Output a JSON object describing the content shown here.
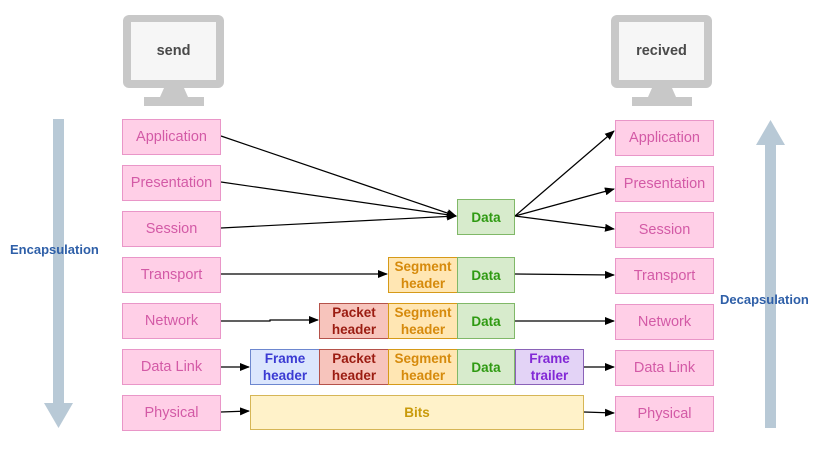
{
  "sender": {
    "label": "send"
  },
  "receiver": {
    "label": "recived"
  },
  "encapsulation_label": "Encapsulation",
  "decapsulation_label": "Decapsulation",
  "layers": [
    "Application",
    "Presentation",
    "Session",
    "Transport",
    "Network",
    "Data Link",
    "Physical"
  ],
  "receiver_layers": [
    "Application",
    "Presentation",
    "Session",
    "Transport",
    "Network",
    "Data Link",
    "Physical"
  ],
  "pdu": {
    "data": "Data",
    "segment_header": "Segment\nheader",
    "packet_header": "Packet\nheader",
    "frame_header": "Frame\nheader",
    "frame_trailer": "Frame\ntrailer",
    "bits": "Bits"
  },
  "colors": {
    "layer_fill": "#ffcfe7",
    "layer_text": "#d35aa6",
    "data_fill": "#d7ebcc",
    "segment_fill": "#ffe6b3",
    "packet_fill": "#f7c4bc",
    "frame_fill": "#dbe6fd",
    "trailer_fill": "#e3d3f6",
    "bits_fill": "#fff2c9",
    "side_arrow": "#b8c9d6",
    "side_label": "#2e5fa8"
  }
}
